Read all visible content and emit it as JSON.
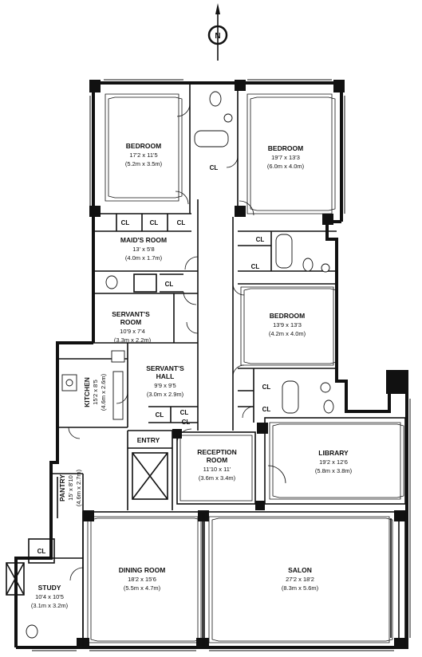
{
  "compass": {
    "label": "N"
  },
  "rooms": {
    "bedroom_nw": {
      "name": "BEDROOM",
      "dim_ft": "17'2 x 11'5",
      "dim_m": "(5.2m x 3.5m)"
    },
    "bedroom_ne": {
      "name": "BEDROOM",
      "dim_ft": "19'7 x 13'3",
      "dim_m": "(6.0m x 4.0m)"
    },
    "maids_room": {
      "name": "MAID'S ROOM",
      "dim_ft": "13' x 5'8",
      "dim_m": "(4.0m x 1.7m)"
    },
    "servants_room": {
      "name_1": "SERVANT'S",
      "name_2": "ROOM",
      "dim_ft": "10'9 x 7'4",
      "dim_m": "(3.3m x 2.2m)"
    },
    "bedroom_e": {
      "name": "BEDROOM",
      "dim_ft": "13'9 x 13'3",
      "dim_m": "(4.2m x 4.0m)"
    },
    "servants_hall": {
      "name_1": "SERVANT'S",
      "name_2": "HALL",
      "dim_ft": "9'9 x 9'5",
      "dim_m": "(3.0m x 2.9m)"
    },
    "kitchen": {
      "name": "KITCHEN",
      "dim_ft": "15'2 x 8'5",
      "dim_m": "(4.6m x 2.6m)"
    },
    "entry": {
      "name": "ENTRY"
    },
    "reception": {
      "name_1": "RECEPTION",
      "name_2": "ROOM",
      "dim_ft": "11'10 x 11'",
      "dim_m": "(3.6m x 3.4m)"
    },
    "library": {
      "name": "LIBRARY",
      "dim_ft": "19'2 x 12'6",
      "dim_m": "(5.8m x 3.8m)"
    },
    "pantry": {
      "name": "PANTRY",
      "dim_ft": "15' x 8'10",
      "dim_m": "(4.6m x 2.7m)"
    },
    "dining": {
      "name": "DINING ROOM",
      "dim_ft": "18'2 x 15'6",
      "dim_m": "(5.5m x 4.7m)"
    },
    "salon": {
      "name": "SALON",
      "dim_ft": "27'2 x 18'2",
      "dim_m": "(8.3m x 5.6m)"
    },
    "study": {
      "name": "STUDY",
      "dim_ft": "10'4 x 10'5",
      "dim_m": "(3.1m x 3.2m)"
    }
  },
  "closet_label": "CL"
}
